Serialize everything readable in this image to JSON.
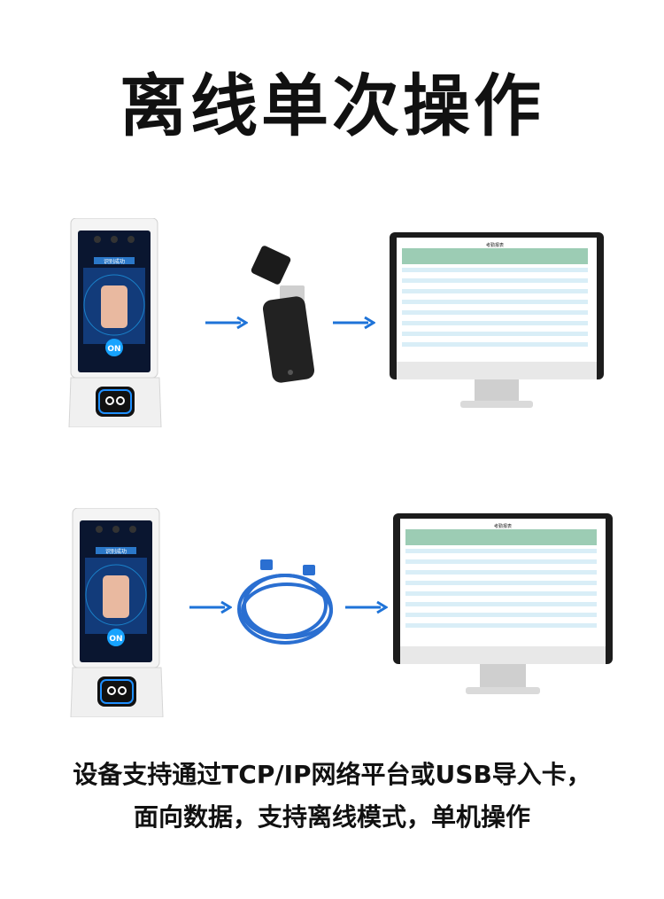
{
  "title": "离线单次操作",
  "device": {
    "screen_label": "识别成功",
    "on_button": "ON"
  },
  "monitor": {
    "sheet_title": "考勤报表"
  },
  "caption": {
    "line1": "设备支持通过TCP/IP网络平台或USB导入卡，",
    "line2": "面向数据，支持离线模式，单机操作"
  },
  "colors": {
    "arrow": "#1e73d8",
    "cable": "#2a6fd1",
    "monitor_frame": "#1c1c1c",
    "sheet_accent": "#3a9a6a"
  },
  "icons": [
    "palm-device-icon",
    "usb-stick-icon",
    "network-cable-icon",
    "monitor-icon",
    "arrow-right-icon"
  ]
}
